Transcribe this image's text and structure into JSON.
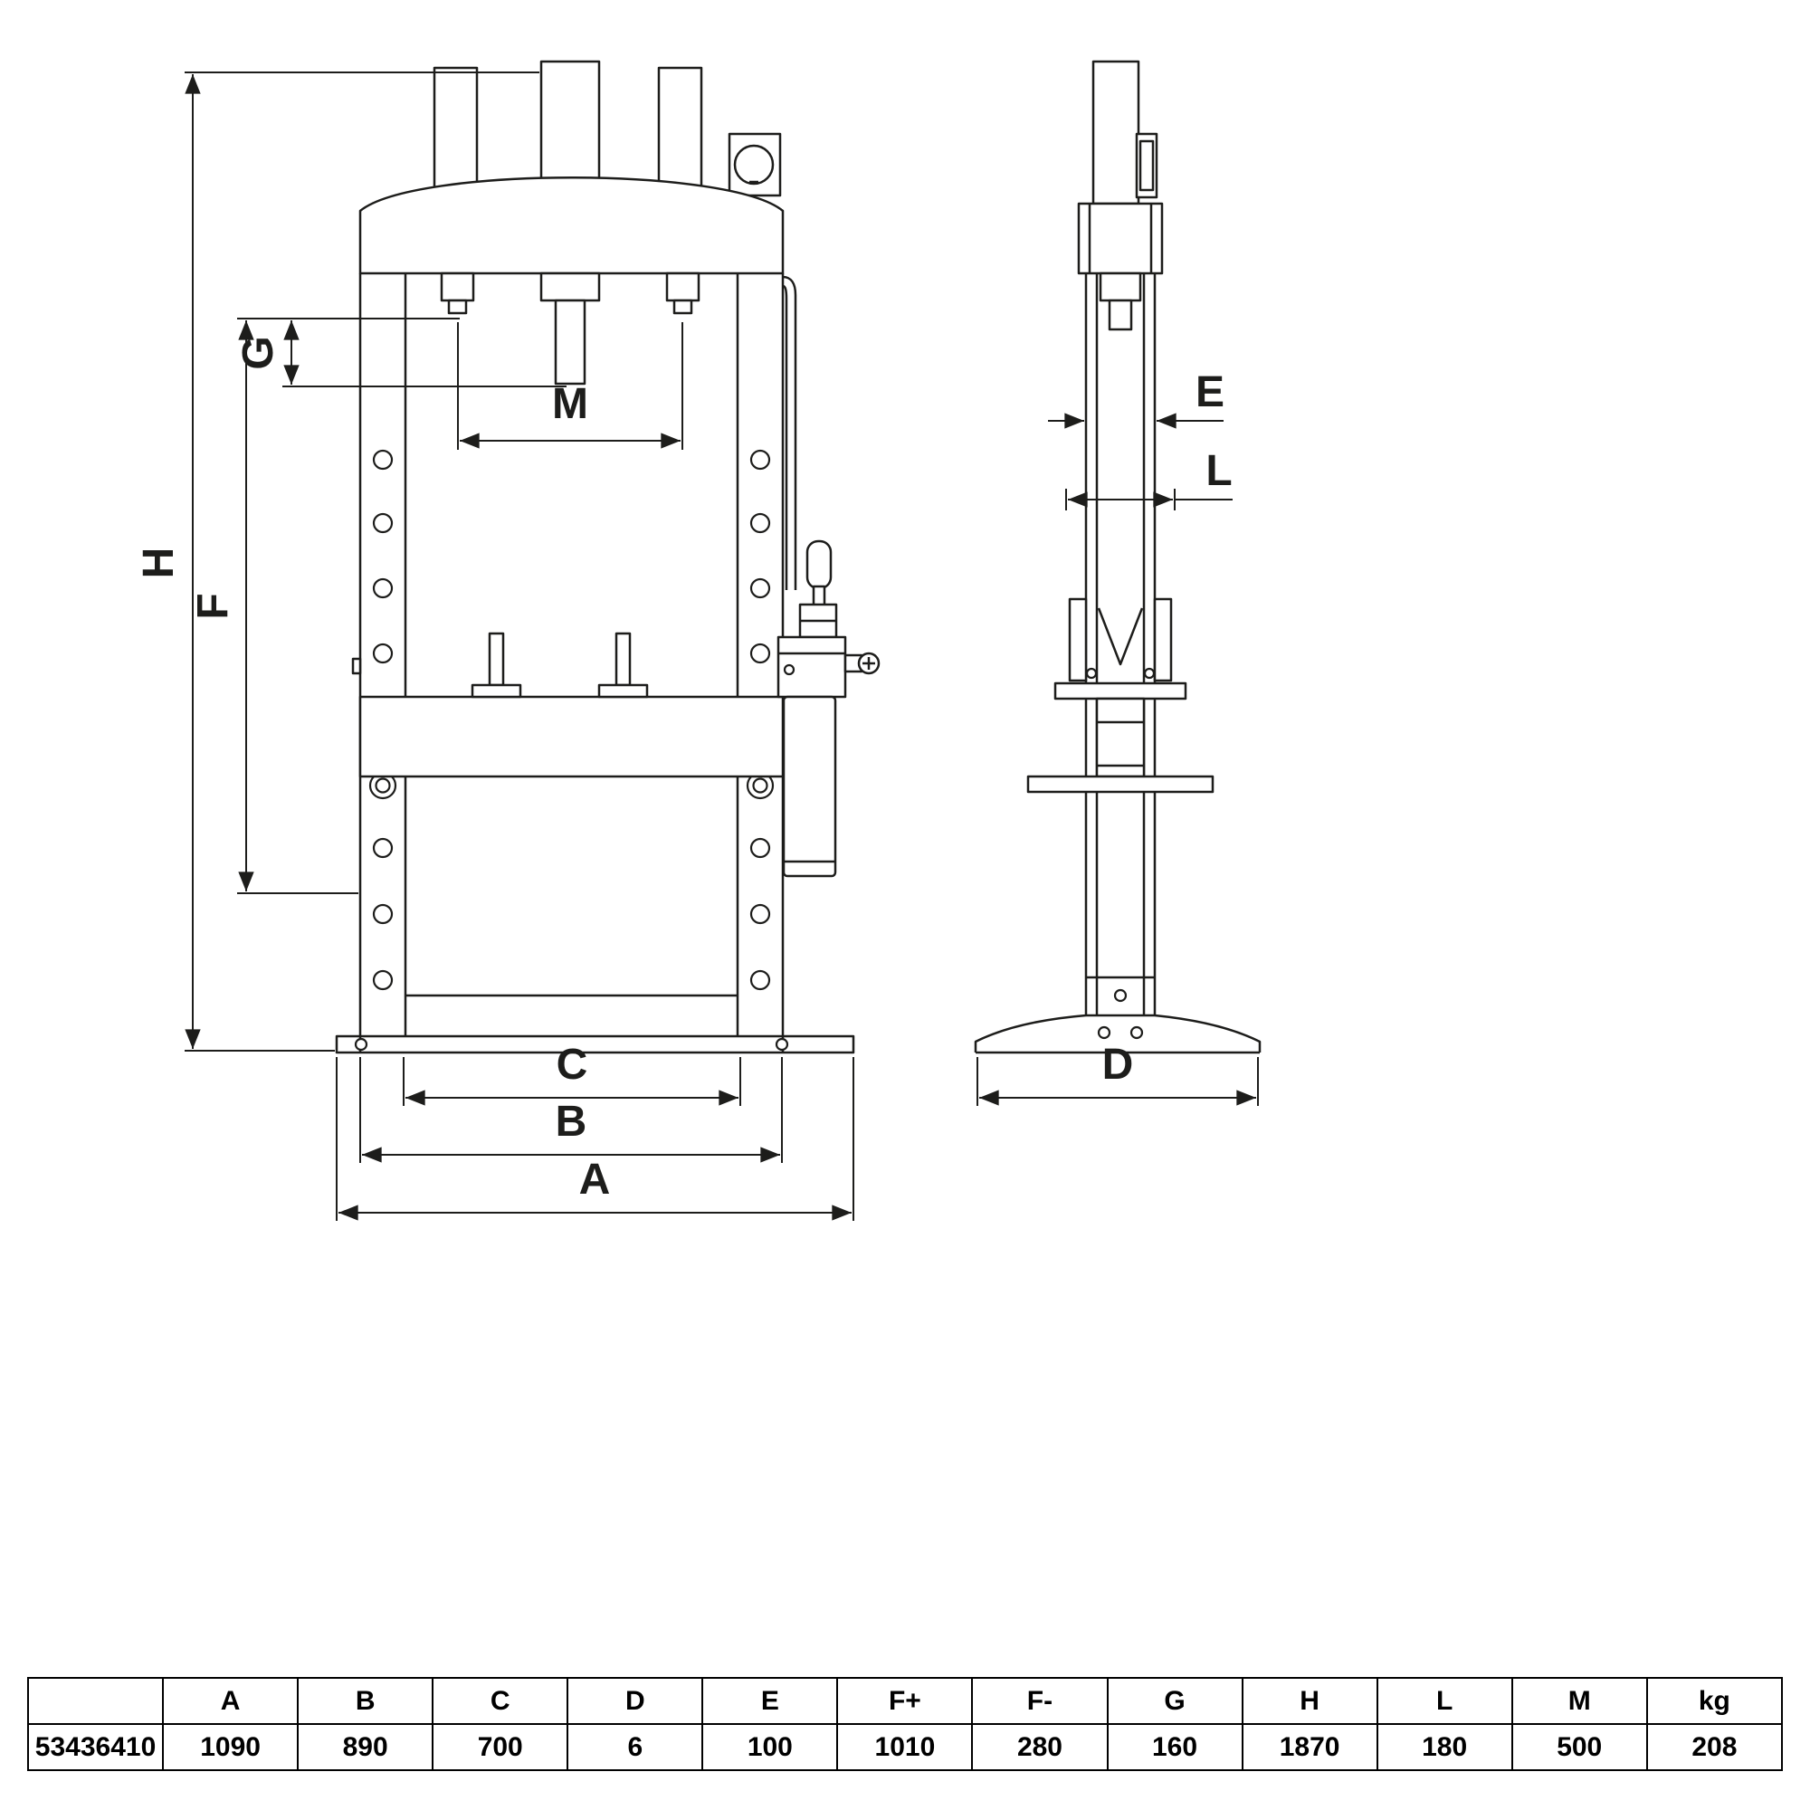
{
  "diagram": {
    "labels": {
      "A": "A",
      "B": "B",
      "C": "C",
      "D": "D",
      "E": "E",
      "F": "F",
      "G": "G",
      "H": "H",
      "L": "L",
      "M": "M"
    }
  },
  "table": {
    "headers": [
      "",
      "A",
      "B",
      "C",
      "D",
      "E",
      "F+",
      "F-",
      "G",
      "H",
      "L",
      "M",
      "kg"
    ],
    "rows": [
      [
        "53436410",
        "1090",
        "890",
        "700",
        "6",
        "100",
        "1010",
        "280",
        "160",
        "1870",
        "180",
        "500",
        "208"
      ]
    ]
  },
  "colors": {
    "line": "#1d1d1b",
    "background": "#ffffff"
  }
}
